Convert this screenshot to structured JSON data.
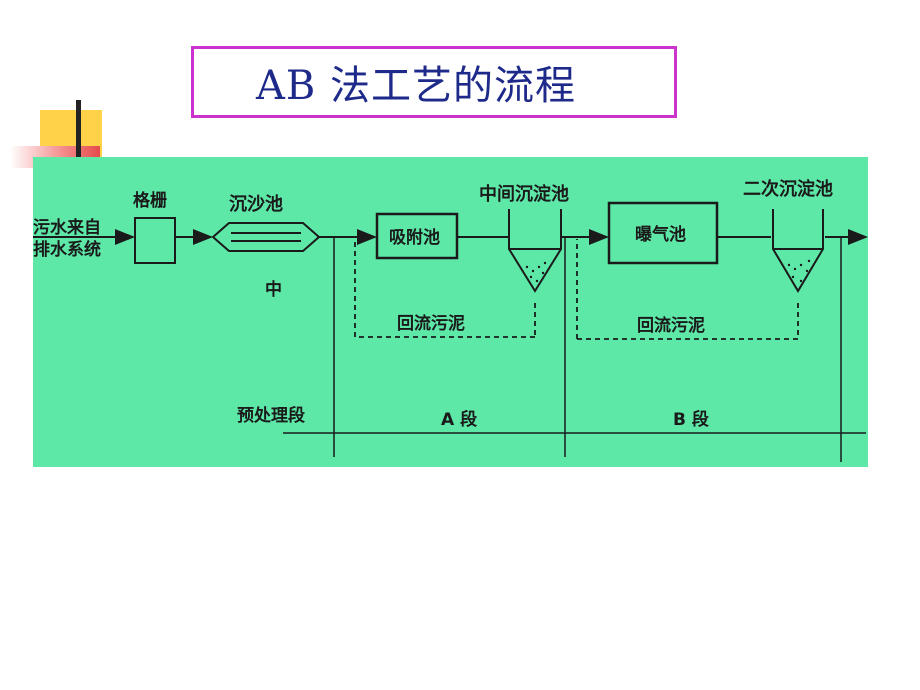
{
  "title": "AB 法工艺的流程",
  "diagram": {
    "source_label_line1": "污水来自",
    "source_label_line2": "排水系统",
    "screen_label": "格栅",
    "grit_label": "沉沙池",
    "grit_sub_label": "中",
    "adsorption_label": "吸附池",
    "mid_settle_label": "中间沉淀池",
    "aeration_label": "曝气池",
    "secondary_settle_label": "二次沉淀池",
    "return_sludge_a": "回流污泥",
    "return_sludge_b": "回流污泥",
    "stage_pre": "预处理段",
    "stage_a": "A 段",
    "stage_b": "B 段"
  }
}
